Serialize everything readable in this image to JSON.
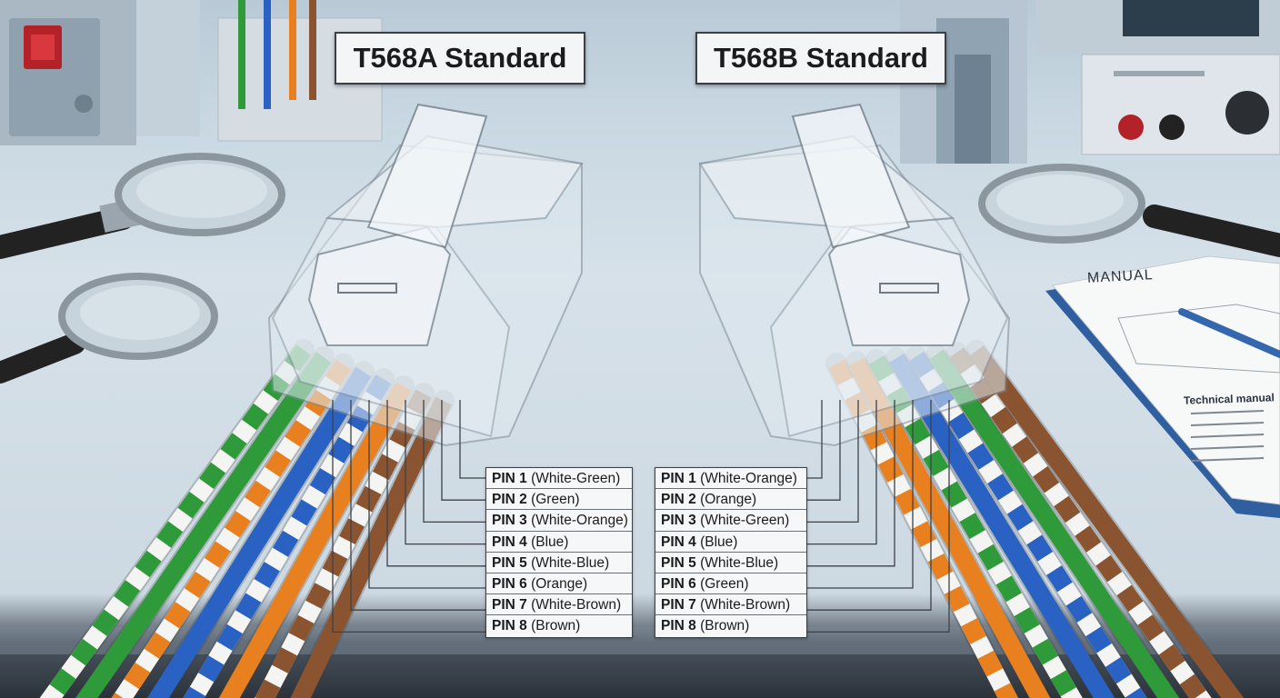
{
  "standards": [
    {
      "title": "T568A Standard",
      "pins": [
        {
          "pin": "PIN 1",
          "color": "(White-Green)"
        },
        {
          "pin": "PIN 2",
          "color": "(Green)"
        },
        {
          "pin": "PIN 3",
          "color": "(White-Orange)"
        },
        {
          "pin": "PIN 4",
          "color": "(Blue)"
        },
        {
          "pin": "PIN 5",
          "color": "(White-Blue)"
        },
        {
          "pin": "PIN 6",
          "color": "(Orange)"
        },
        {
          "pin": "PIN 7",
          "color": "(White-Brown)"
        },
        {
          "pin": "PIN 8",
          "color": "(Brown)"
        }
      ]
    },
    {
      "title": "T568B Standard",
      "pins": [
        {
          "pin": "PIN 1",
          "color": "(White-Orange)"
        },
        {
          "pin": "PIN 2",
          "color": "(Orange)"
        },
        {
          "pin": "PIN 3",
          "color": "(White-Green)"
        },
        {
          "pin": "PIN 4",
          "color": "(Blue)"
        },
        {
          "pin": "PIN 5",
          "color": "(White-Blue)"
        },
        {
          "pin": "PIN 6",
          "color": "(Green)"
        },
        {
          "pin": "PIN 7",
          "color": "(White-Brown)"
        },
        {
          "pin": "PIN 8",
          "color": "(Brown)"
        }
      ]
    }
  ],
  "manual": {
    "title": "MANUAL",
    "heading": "Technical manual"
  },
  "wire_colors": {
    "green": "#2f9a3a",
    "orange": "#e8801f",
    "blue": "#2a62c4",
    "brown": "#8a5431",
    "white": "#f4f4f2"
  }
}
